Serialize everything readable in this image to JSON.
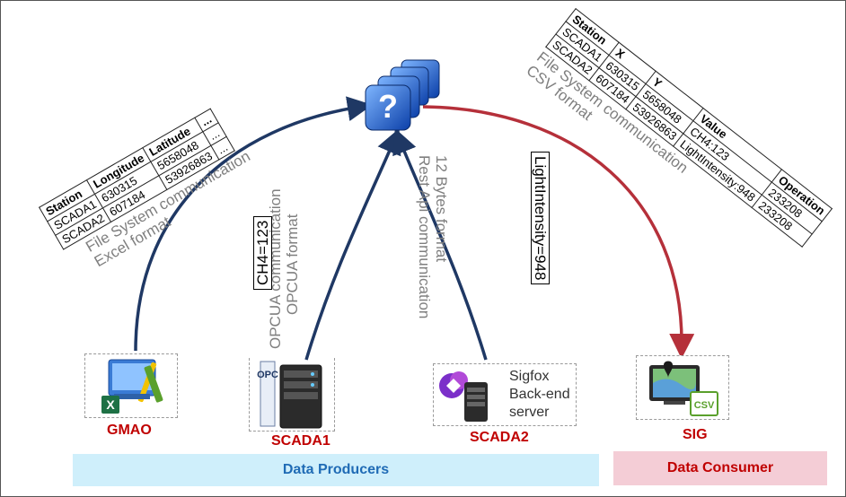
{
  "central_node": {
    "icon": "question-stack-icon"
  },
  "gmao": {
    "label": "GMAO",
    "icon": "excel-tools-icon",
    "comm_line1": "File System communication",
    "comm_line2": "Excel format",
    "table": {
      "headers": [
        "Station",
        "Longitude",
        "Latitude",
        "..."
      ],
      "rows": [
        [
          "SCADA1",
          "630315",
          "5658048",
          "..."
        ],
        [
          "SCADA2",
          "607184",
          "53926863",
          "..."
        ]
      ]
    }
  },
  "scada1": {
    "label": "SCADA1",
    "icon": "opc-server-icon",
    "message": "CH4=123",
    "comm_line1": "OPCUA communication",
    "comm_line2": "OPCUA format"
  },
  "scada2": {
    "label": "SCADA2",
    "icon": "sigfox-server-icon",
    "server_text": "Sigfox\nBack-end\nserver",
    "message": "LightIntensity=948",
    "comm_line1": "Rest Api communication",
    "comm_line2": "12 Bytes format"
  },
  "sig": {
    "label": "SIG",
    "icon": "map-csv-icon",
    "comm_line1": "File System communication",
    "comm_line2": "CSV format",
    "table": {
      "headers": [
        "Station",
        "X",
        "Y",
        "Value",
        "Operation"
      ],
      "rows": [
        [
          "SCADA1",
          "630315",
          "5658048",
          "CH4:123",
          "233208"
        ],
        [
          "SCADA2",
          "607184",
          "53926863",
          "LightIntensity:948",
          "233208"
        ]
      ]
    }
  },
  "bands": {
    "producers": "Data Producers",
    "consumer": "Data Consumer"
  },
  "colors": {
    "producer_arrow": "#1f3864",
    "consumer_arrow": "#b5303a",
    "label_red": "#c00000",
    "producers_band": "#cfeffb",
    "consumer_band": "#f4cdd6",
    "producers_text": "#1f6bb5",
    "consumer_text": "#c00000"
  }
}
